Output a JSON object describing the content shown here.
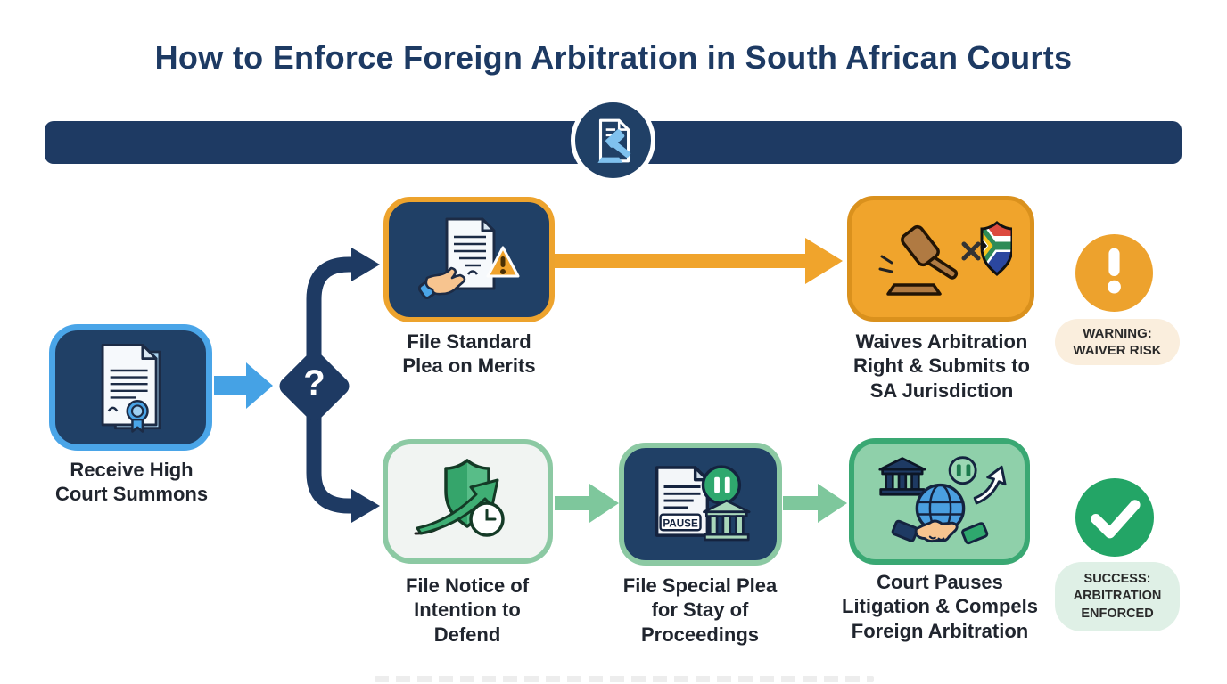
{
  "title": "How to Enforce Foreign Arbitration in South African Courts",
  "decision": {
    "symbol": "?"
  },
  "nodes": {
    "start": {
      "label": "Receive High\nCourt Summons"
    },
    "standard_plea": {
      "label": "File Standard\nPlea on Merits"
    },
    "waives": {
      "label": "Waives Arbitration\nRight & Submits to\nSA Jurisdiction"
    },
    "notice": {
      "label": "File Notice of\nIntention to\nDefend"
    },
    "special_plea": {
      "label": "File Special Plea\nfor Stay of\nProceedings",
      "icon_text": "PAUSE"
    },
    "court_pauses": {
      "label": "Court Pauses\nLitigation & Compels\nForeign Arbitration"
    }
  },
  "badges": {
    "warning": {
      "label": "WARNING:\nWAIVER RISK"
    },
    "success": {
      "label": "SUCCESS:\nARBITRATION\nENFORCED"
    }
  },
  "icons": {
    "header": "document-gavel-icon",
    "start": "summons-document-seal-icon",
    "standard_plea": "hand-document-warning-icon",
    "waives": "gavel-sa-flag-shield-icon",
    "notice": "shield-arrow-clock-icon",
    "special_plea": "pause-document-courthouse-icon",
    "court_pauses": "courthouse-globe-handshake-icon",
    "warning": "exclamation-circle-icon",
    "success": "checkmark-circle-icon",
    "decision": "question-diamond-icon"
  },
  "colors": {
    "navy": "#1e3a63",
    "box_navy": "#204066",
    "blue": "#45a2e5",
    "orange": "#eda32d",
    "orange_fill": "#f0a42c",
    "warning_bg": "#faeedd",
    "green_border": "#8cc9a3",
    "green_arrow": "#7ec79c",
    "green_fill": "#8fd0aa",
    "green_dark": "#3aa873",
    "success_green": "#23a566",
    "success_bg": "#dff0e6",
    "label_text": "#20252e"
  }
}
